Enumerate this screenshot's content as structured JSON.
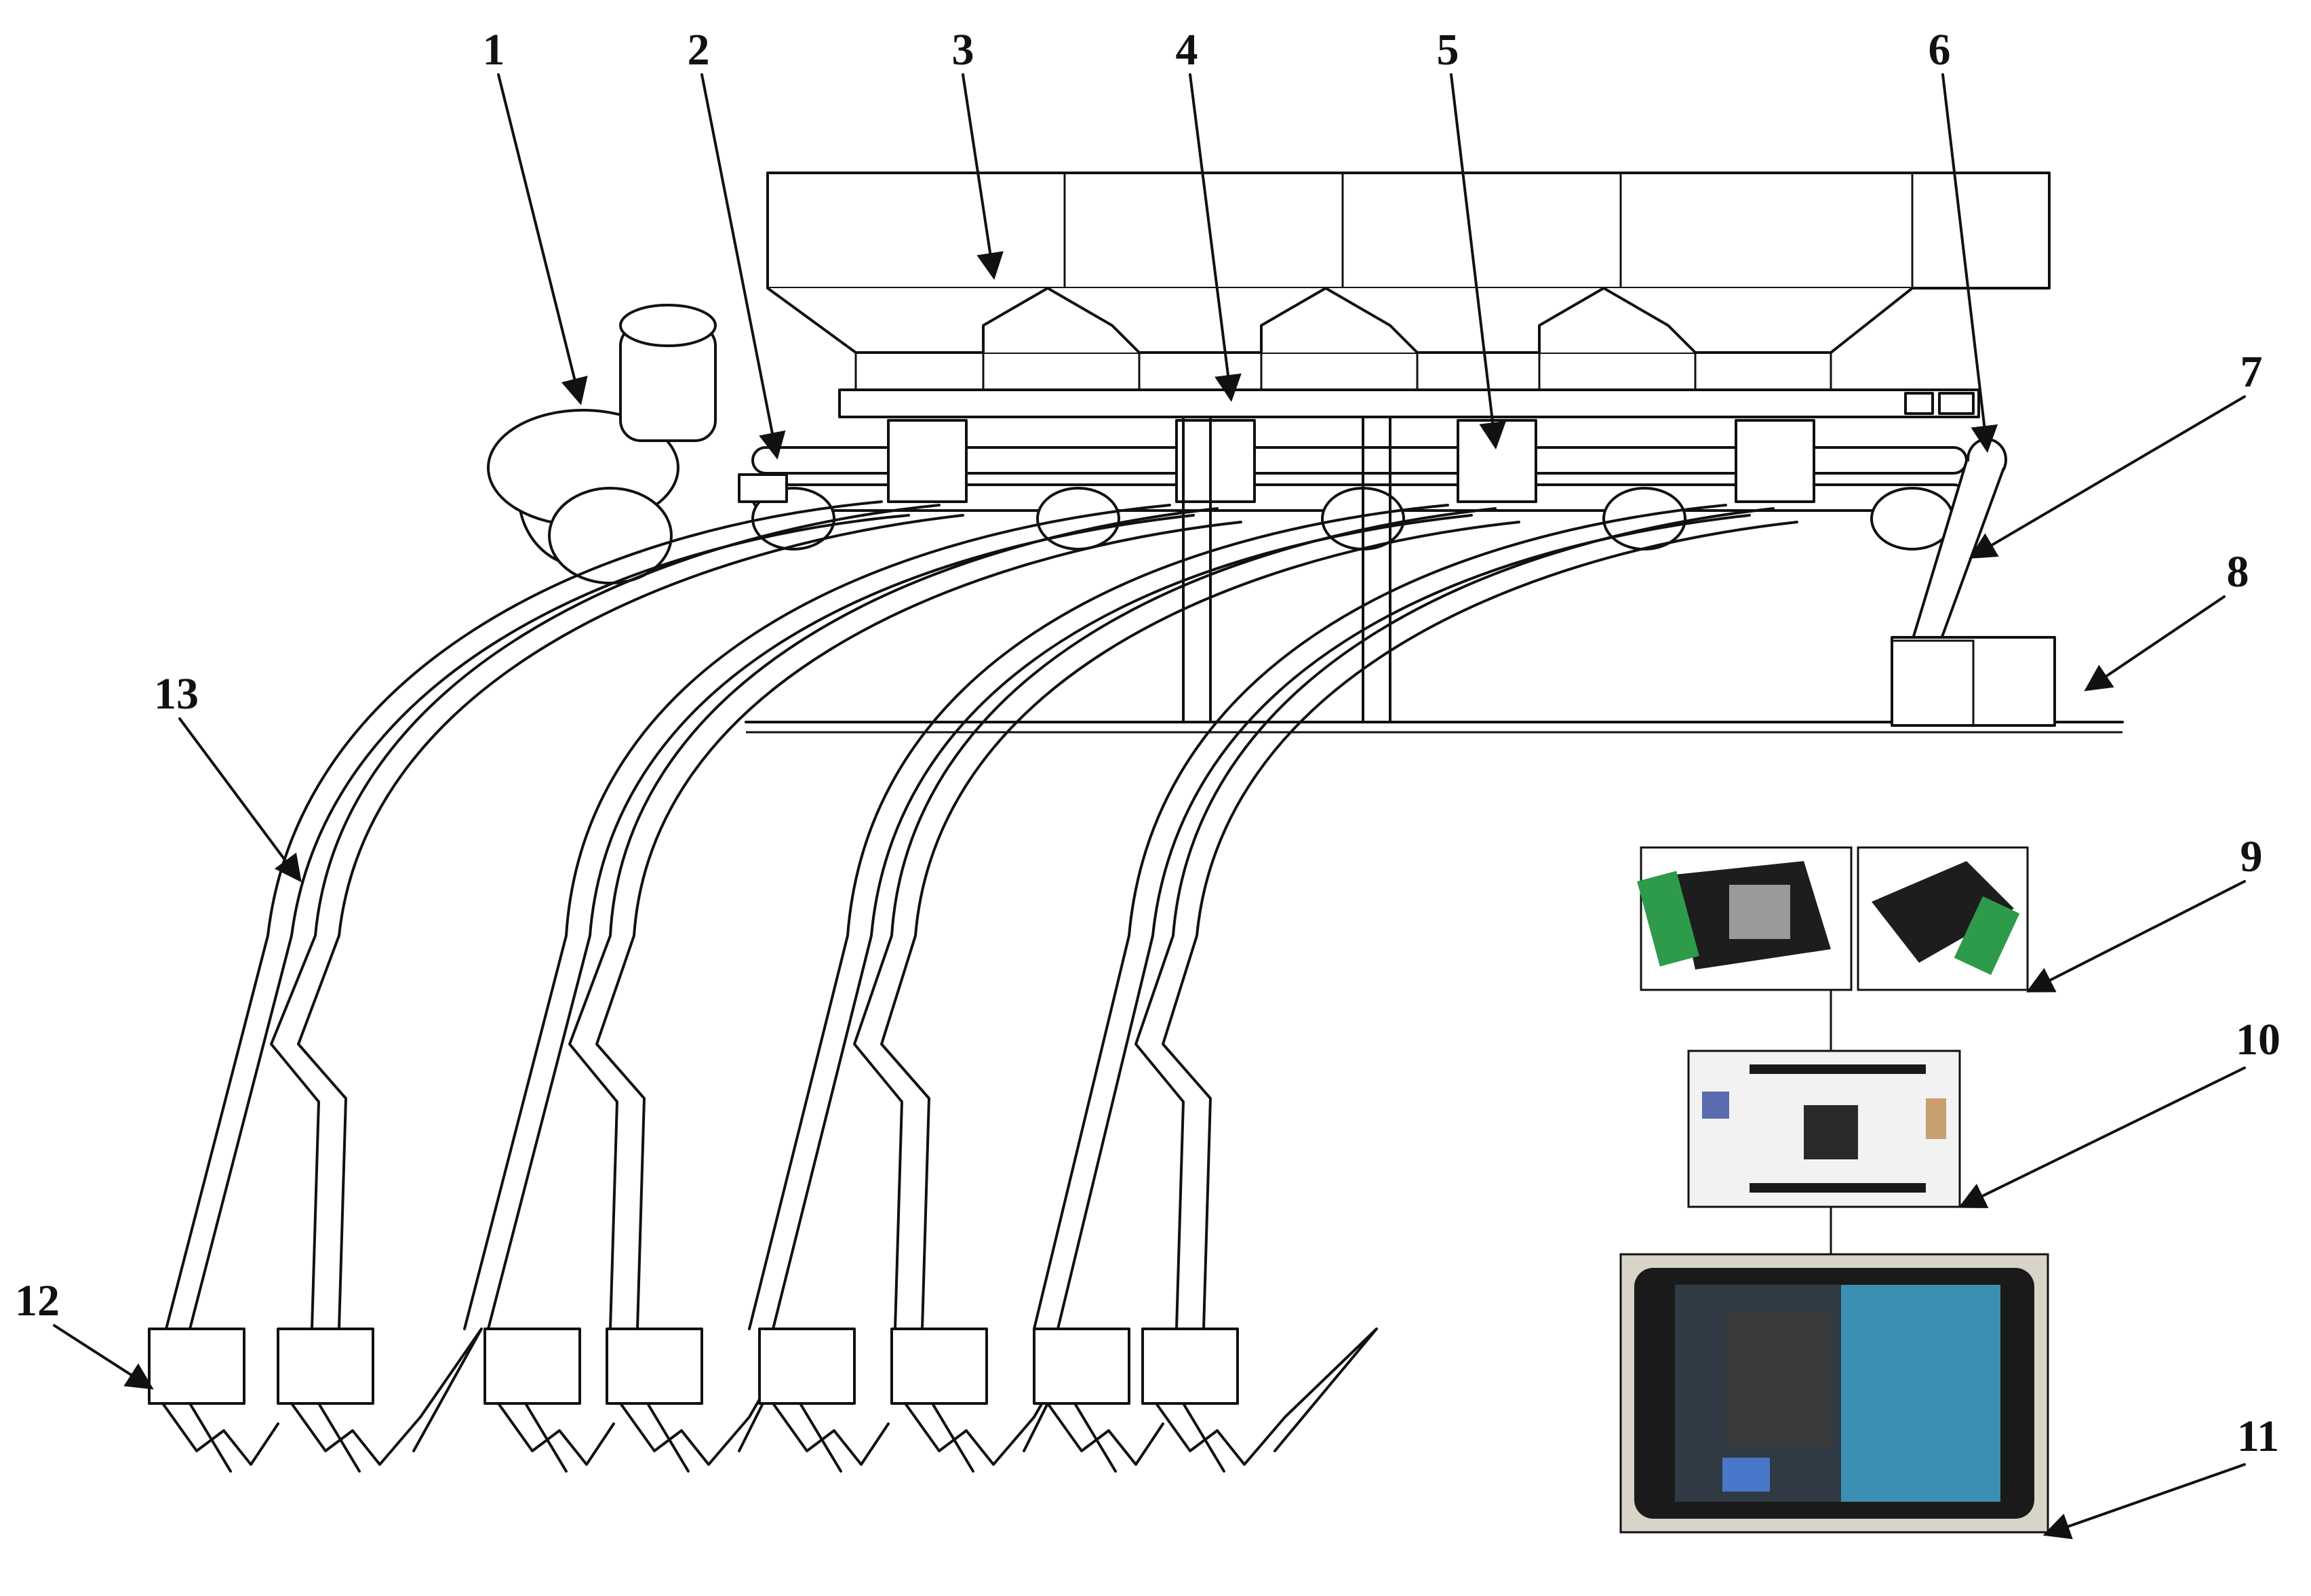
{
  "callouts": [
    {
      "id": "1",
      "text": "1"
    },
    {
      "id": "2",
      "text": "2"
    },
    {
      "id": "3",
      "text": "3"
    },
    {
      "id": "4",
      "text": "4"
    },
    {
      "id": "5",
      "text": "5"
    },
    {
      "id": "6",
      "text": "6"
    },
    {
      "id": "7",
      "text": "7"
    },
    {
      "id": "8",
      "text": "8"
    },
    {
      "id": "9",
      "text": "9"
    },
    {
      "id": "10",
      "text": "10"
    },
    {
      "id": "11",
      "text": "11"
    },
    {
      "id": "12",
      "text": "12"
    },
    {
      "id": "13",
      "text": "13"
    }
  ],
  "colors": {
    "line": "#111111",
    "driver_board": "#1d1d1d",
    "terminal_green": "#2e9b4a",
    "pcb_white": "#f2f2f2",
    "tablet_body": "#1a1a1a",
    "tablet_screen": "#3c8fb0",
    "tablet_panel": "#2f3a44"
  }
}
